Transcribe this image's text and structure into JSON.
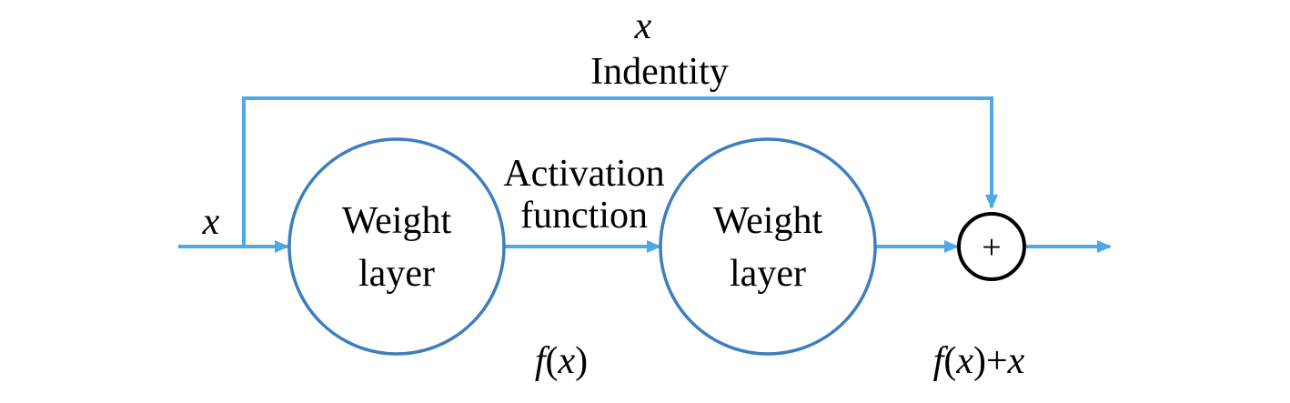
{
  "colors": {
    "line": "#4fa8e6",
    "node_stroke": "#3e7ebf",
    "sum_stroke": "#000000",
    "text": "#000000"
  },
  "skip_connection": {
    "symbol": "x",
    "label": "Indentity"
  },
  "input": {
    "symbol": "x"
  },
  "weight_layer_1": {
    "line1": "Weight",
    "line2": "layer"
  },
  "activation": {
    "line1": "Activation",
    "line2": "function"
  },
  "weight_layer_2": {
    "line1": "Weight",
    "line2": "layer"
  },
  "sum_node": {
    "symbol": "+"
  },
  "outputs": {
    "fx": {
      "f": "f",
      "open": "(",
      "x": "x",
      "close": ")"
    },
    "fx_plus_x": {
      "f": "f",
      "open": "(",
      "x": "x",
      "close": ")+",
      "x2": "x"
    }
  }
}
